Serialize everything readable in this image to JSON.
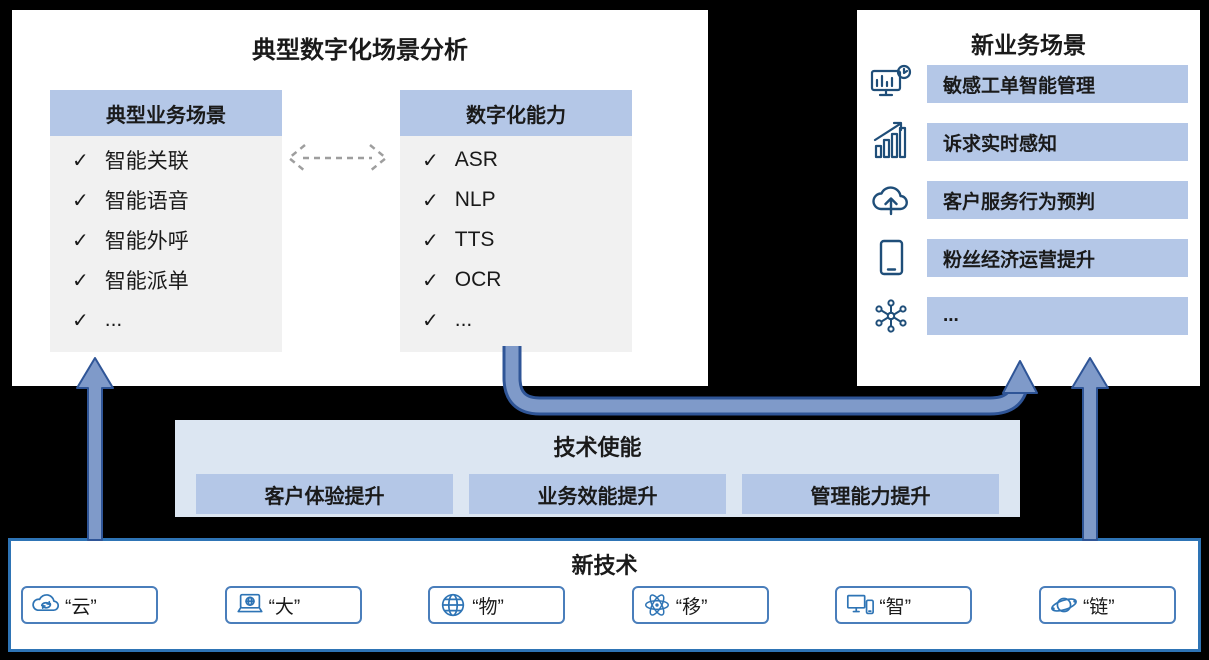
{
  "glyphs": {
    "check": "✓"
  },
  "left_panel": {
    "title": "典型数字化场景分析",
    "business": {
      "header": "典型业务场景",
      "items": [
        "智能关联",
        "智能语音",
        "智能外呼",
        "智能派单",
        "..."
      ]
    },
    "capability": {
      "header": "数字化能力",
      "items": [
        "ASR",
        "NLP",
        "TTS",
        "OCR",
        "..."
      ]
    }
  },
  "right_panel": {
    "title": "新业务场景",
    "items": [
      {
        "icon": "monitor-analytics-icon",
        "label": "敏感工单智能管理"
      },
      {
        "icon": "bar-chart-growth-icon",
        "label": "诉求实时感知"
      },
      {
        "icon": "cloud-upload-icon",
        "label": "客户服务行为预判"
      },
      {
        "icon": "tablet-icon",
        "label": "粉丝经济运营提升"
      },
      {
        "icon": "network-nodes-icon",
        "label": "..."
      }
    ]
  },
  "middle_panel": {
    "title": "技术使能",
    "items": [
      "客户体验提升",
      "业务效能提升",
      "管理能力提升"
    ]
  },
  "bottom_panel": {
    "title": "新技术",
    "items": [
      {
        "icon": "cloud-sync-icon",
        "label": "“云”"
      },
      {
        "icon": "laptop-globe-icon",
        "label": "“大”"
      },
      {
        "icon": "globe-icon",
        "label": "“物”"
      },
      {
        "icon": "atom-icon",
        "label": "“移”"
      },
      {
        "icon": "desktop-mobile-icon",
        "label": "“智”"
      },
      {
        "icon": "orbit-chain-icon",
        "label": "“链”"
      }
    ]
  },
  "colors": {
    "chip_blue": "#b4c7e7",
    "panel_light_blue": "#dce6f2",
    "list_gray": "#f1f1f1",
    "arrow_fill": "#7f9ac9",
    "arrow_outline": "#2f5597",
    "dashed_arrow_gray": "#9e9e9e",
    "icon_navy": "#1f4e79",
    "icon_blue": "#2e74b5",
    "bottom_border_blue": "#2e74b5",
    "background": "#000000"
  }
}
